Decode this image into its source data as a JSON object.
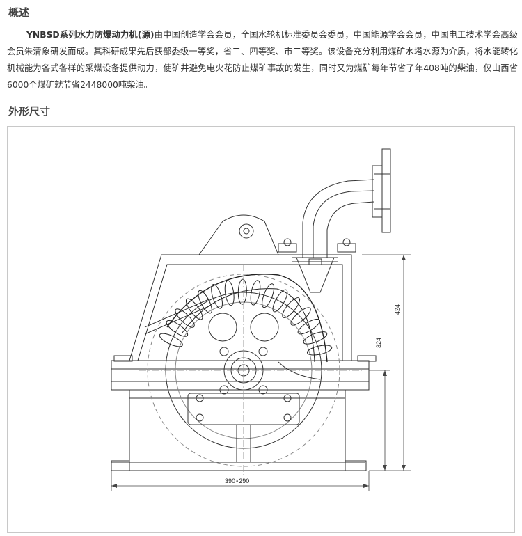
{
  "overview": {
    "heading": "概述",
    "product_name": "YNBSD系列水力防爆动力机(源)",
    "text": "由中国创造学会会员，全国水轮机标准委员会委员，中国能源学会会员，中国电工技术学会高级会员朱清象研发而成。其科研成果先后获部委级一等奖，省二、四等奖、市二等奖。该设备充分利用煤矿水塔水源为介质，将水能转化机械能为各式各样的采煤设备提供动力，使矿井避免电火花防止煤矿事故的发生，同时又为煤矿每年节省了年408吨的柴油，仅山西省6000个煤矿就节省2448000吨柴油。"
  },
  "dimensions": {
    "heading": "外形尺寸",
    "height_total": "424",
    "height_axis": "324",
    "base_size": "390×290"
  },
  "colors": {
    "line": "#333333",
    "border": "#c8c8c8"
  }
}
